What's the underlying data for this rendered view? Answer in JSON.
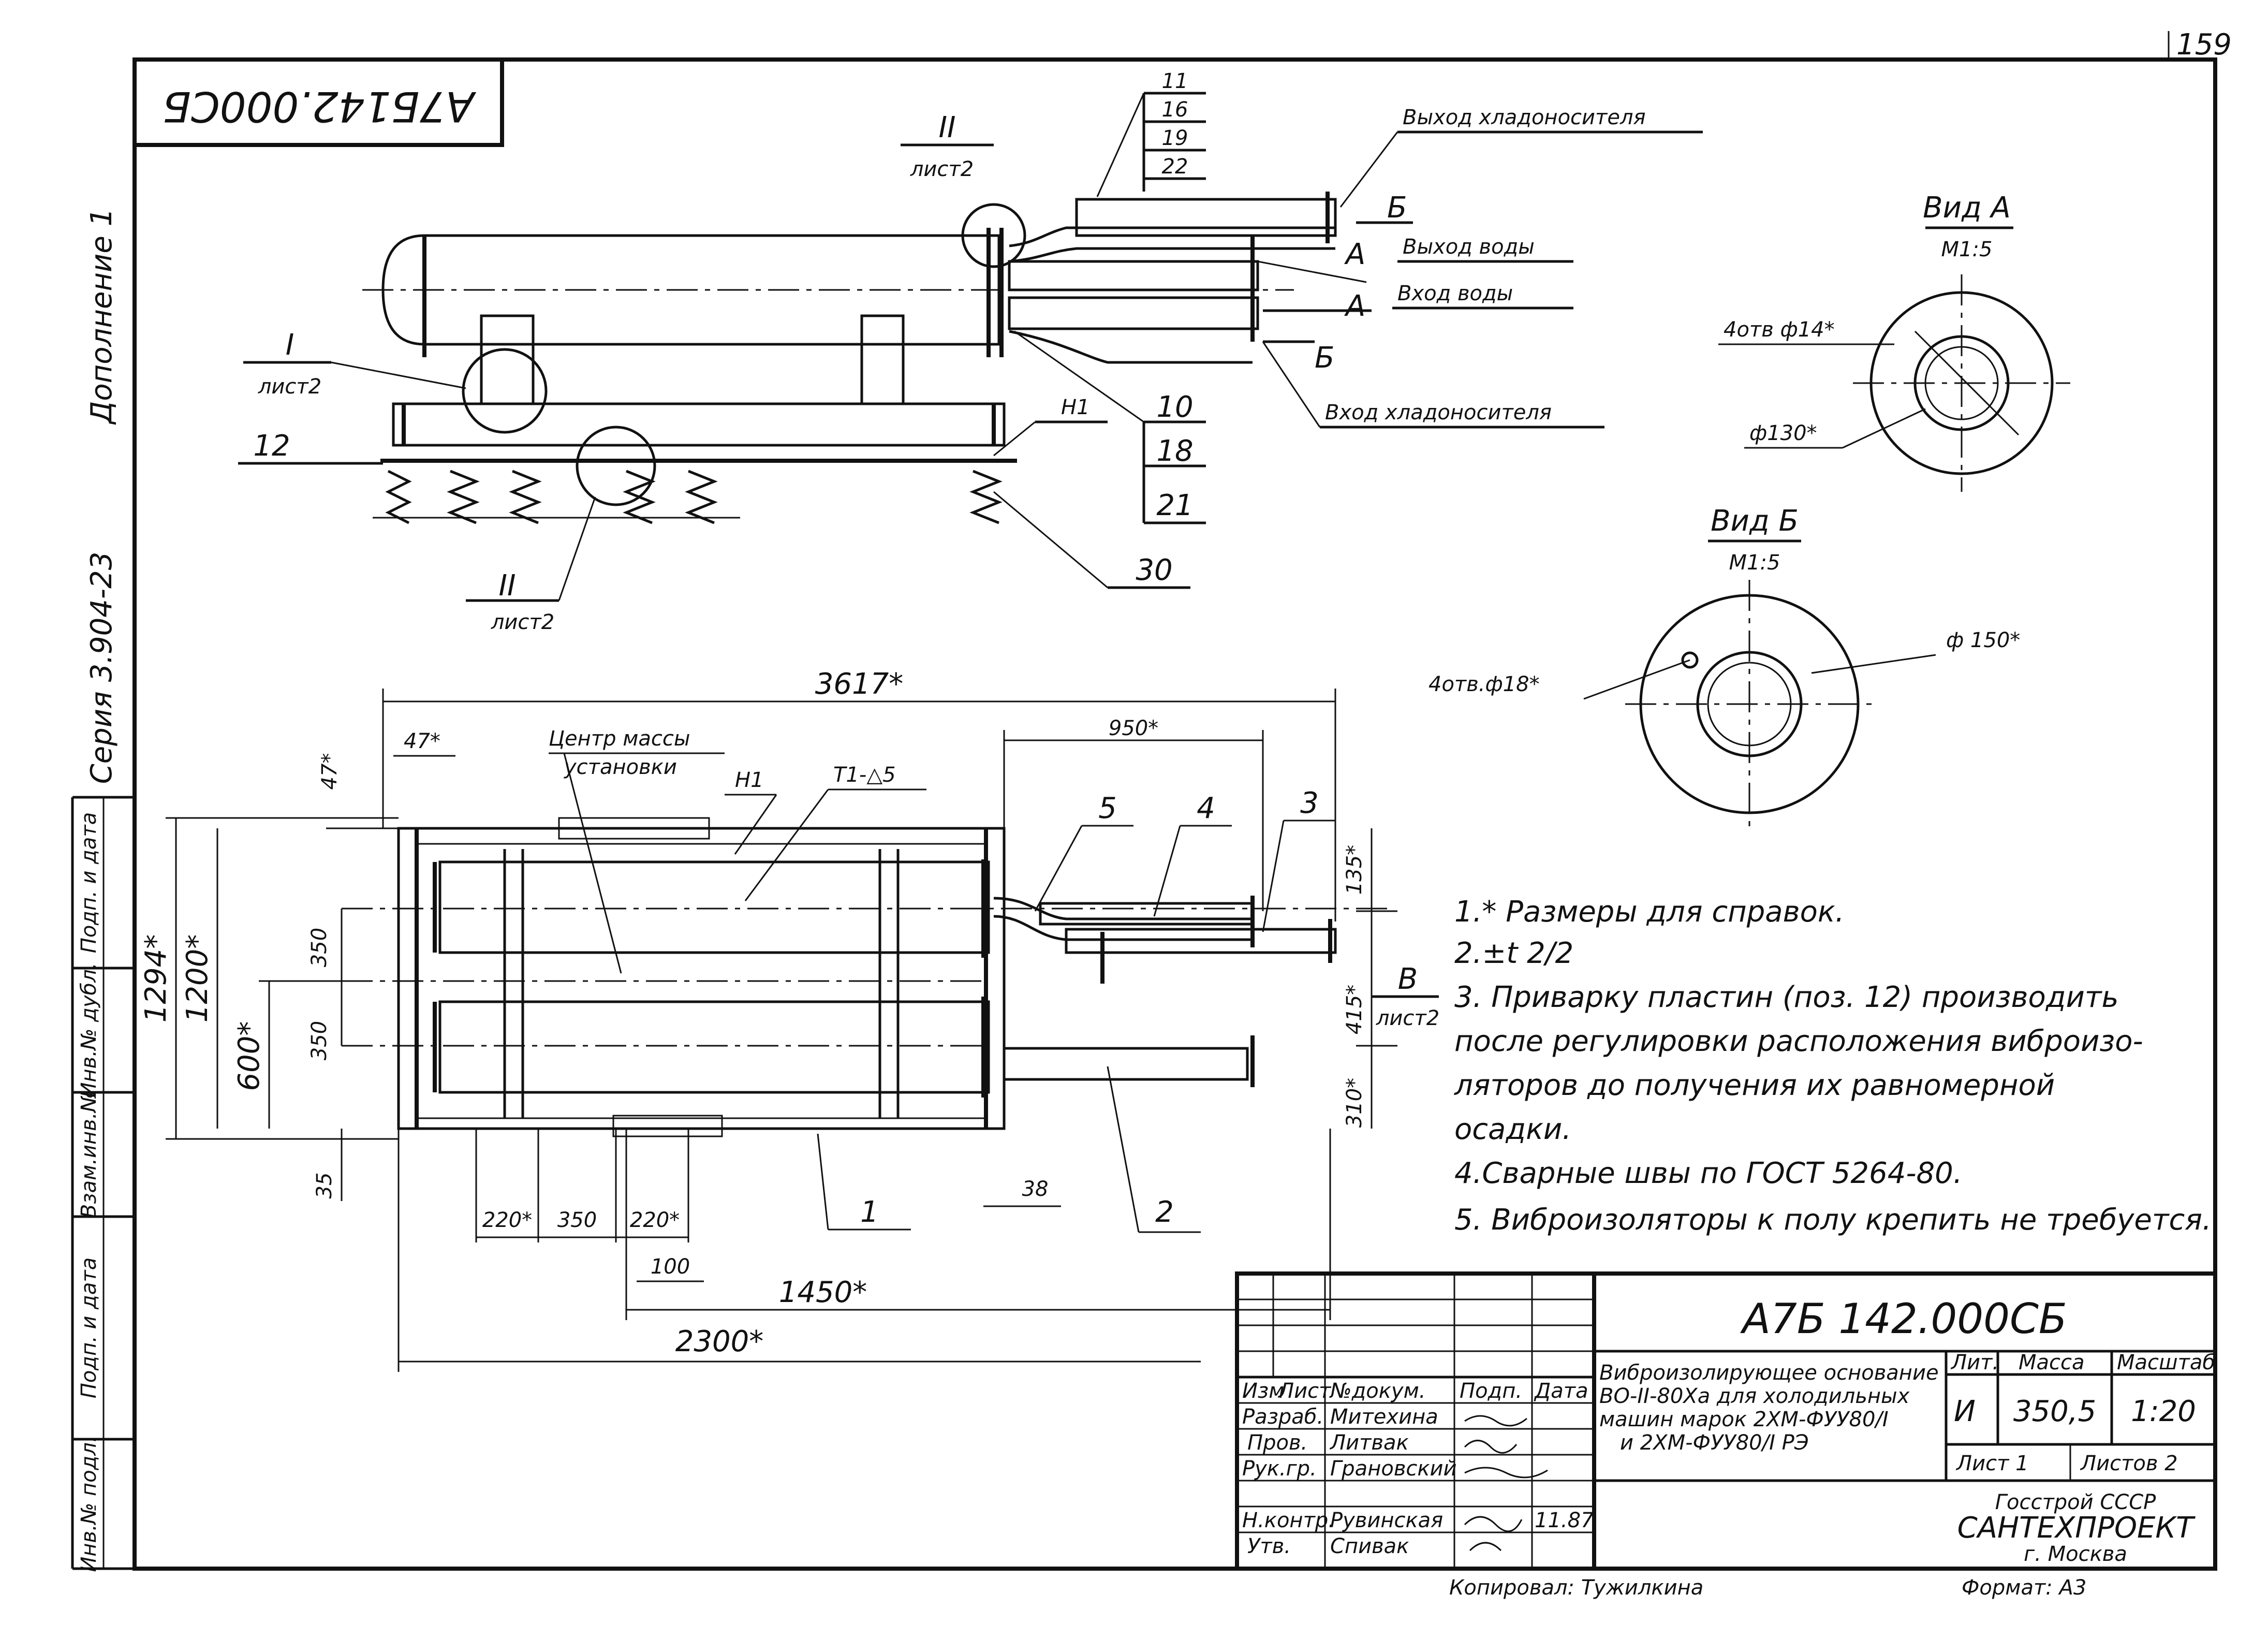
{
  "page_number": "159",
  "stamp_code": "А7Б142.000СБ",
  "side": {
    "addendum": "Дополнение 1",
    "series": "Серия 3.904-23",
    "cells": [
      "Подп. и дата",
      "Инв.№ дубл.",
      "Взам.инв.№",
      "Подп. и дата",
      "Инв.№ подл."
    ]
  },
  "top_view": {
    "view_ref_I": "I",
    "view_ref_I_sheet": "лист2",
    "view_ref_II_top": "II",
    "view_ref_II_top_sheet": "лист2",
    "view_ref_II_bottom": "II",
    "view_ref_II_bottom_sheet": "лист2",
    "pos_12": "12",
    "pos_H1": "Н1",
    "pos_30": "30",
    "stack_top": [
      "11",
      "16",
      "19",
      "22"
    ],
    "stack_bottom": [
      "10",
      "18",
      "21"
    ],
    "outlet_coolant": "Выход хладоносителя",
    "outlet_water": "Выход воды",
    "inlet_water": "Вход воды",
    "inlet_coolant": "Вход хладоносителя",
    "arrow_B1": "Б",
    "arrow_A1": "А",
    "arrow_A2": "А",
    "arrow_B2": "Б"
  },
  "plan_view": {
    "dim_overall": "3617*",
    "dim_47_top": "47*",
    "dim_47_left": "47*",
    "center_mass_1": "Центр массы",
    "center_mass_2": "установки",
    "pos_H1": "Н1",
    "weld": "Т1-△5",
    "dim_950": "950*",
    "pos_5": "5",
    "pos_4": "4",
    "pos_3": "3",
    "dim_1294": "1294*",
    "dim_1200": "1200*",
    "dim_600": "600*",
    "dim_350_a": "350",
    "dim_350_b": "350",
    "dim_135": "135*",
    "dim_415": "415*",
    "dim_310": "310*",
    "view_B": "В",
    "view_B_sheet": "лист2",
    "dim_35": "35",
    "dim_220_a": "220*",
    "dim_350_c": "350",
    "dim_220_b": "220*",
    "dim_38": "38",
    "pos_1": "1",
    "pos_2": "2",
    "dim_100": "100",
    "dim_1450": "1450*",
    "dim_2300": "2300*"
  },
  "view_A": {
    "title": "Вид А",
    "scale": "М1:5",
    "holes": "4отв ф14*",
    "diameter": "ф130*"
  },
  "view_B": {
    "title": "Вид Б",
    "scale": "М1:5",
    "holes": "4отв.ф18*",
    "diameter": "ф 150*"
  },
  "notes": [
    "1.* Размеры для справок.",
    "2.±t 2/2",
    "3. Приварку пластин (поз. 12) производить",
    "после регулировки расположения виброизо-",
    "ляторов до получения их равномерной",
    "осадки.",
    "4.Сварные швы по ГОСТ 5264-80.",
    "5. Виброизоляторы к полу крепить не требуется."
  ],
  "title_block": {
    "code": "А7Б 142.000СБ",
    "description": [
      "Виброизолирующее основание",
      "ВО-II-80Ха для холодильных",
      "машин марок 2ХМ-ФУУ80/I",
      "и 2ХМ-ФУУ80/I РЭ"
    ],
    "headers": [
      "Изм",
      "Лист",
      "№докум.",
      "Подп.",
      "Дата"
    ],
    "roles": [
      "Разраб.",
      "Пров.",
      "Рук.гр.",
      "Н.контр.",
      "Утв."
    ],
    "names": [
      "Митехина",
      "Литвак",
      "Грановский",
      "Рувинская",
      "Спивак"
    ],
    "date": "11.87",
    "col_lit": "Лит.",
    "col_mass": "Масса",
    "col_scale": "Масштаб",
    "lit_value": "И",
    "mass_value": "350,5",
    "scale_value": "1:20",
    "sheet": "Лист 1",
    "sheets": "Листов 2",
    "org1": "Госстрой СССР",
    "org2": "САНТЕХПРОЕКТ",
    "org3": "г. Москва",
    "copied": "Копировал: Тужилкина",
    "format": "Формат: А3"
  }
}
